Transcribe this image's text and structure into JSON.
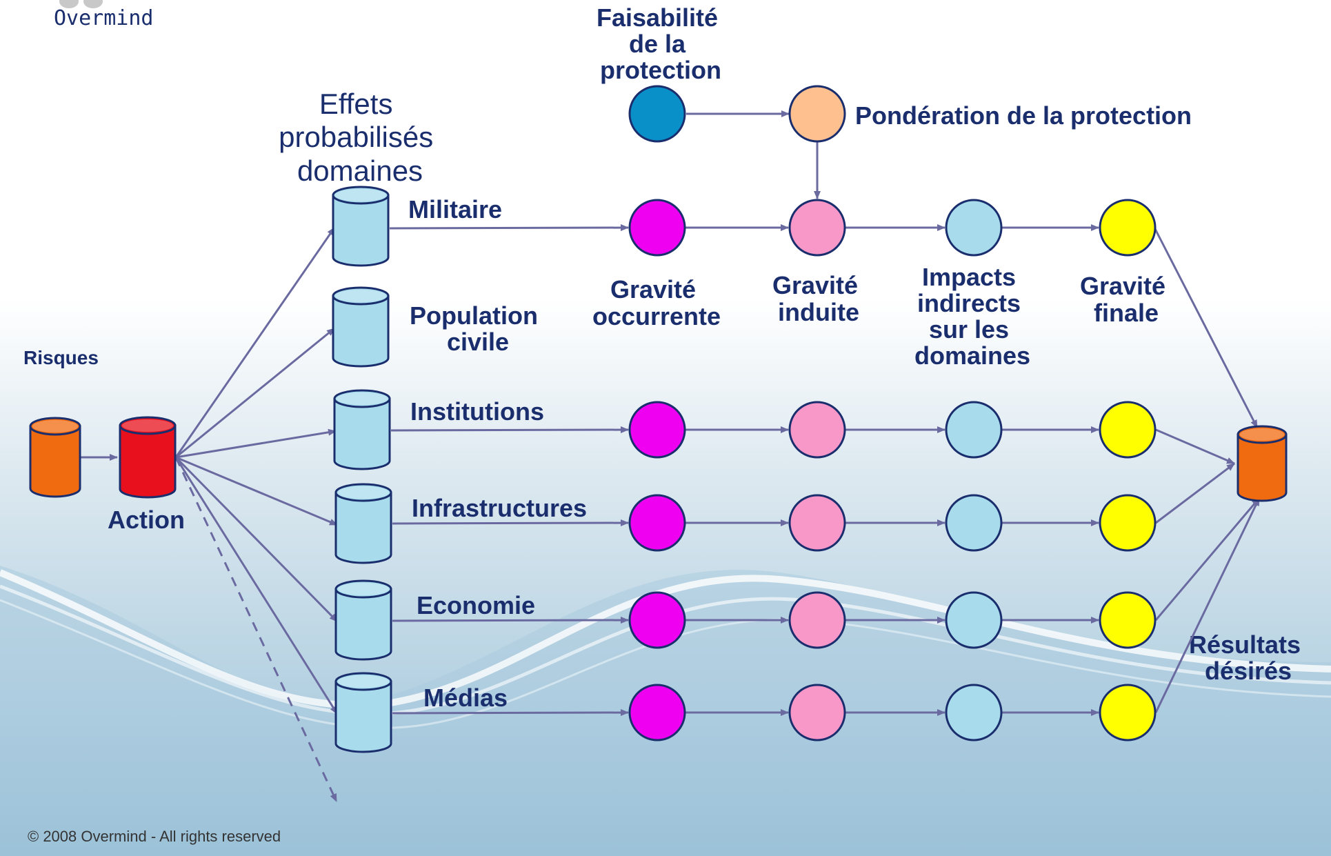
{
  "logo": {
    "text": "Overmind"
  },
  "copyright": "© 2008 Overmind - All rights reserved",
  "labels": {
    "risques": "Risques",
    "action": "Action",
    "effets": [
      "Effets",
      "probabilisés",
      "domaines"
    ],
    "faisabilite": [
      "Faisabilité",
      "de la",
      "protection"
    ],
    "ponderation": "Pondération de la protection",
    "gravite_occurrente": [
      "Gravité",
      "occurrente"
    ],
    "gravite_induite": [
      "Gravité",
      "induite"
    ],
    "impacts": [
      "Impacts",
      "indirects",
      "sur  les",
      "domaines"
    ],
    "gravite_finale": [
      "Gravité",
      "finale"
    ],
    "resultats": [
      "Résultats",
      "désirés"
    ]
  },
  "domains": [
    {
      "name": "Militaire"
    },
    {
      "name": "Population",
      "name2": "civile"
    },
    {
      "name": "Institutions"
    },
    {
      "name": "Infrastructures"
    },
    {
      "name": "Economie"
    },
    {
      "name": "Médias"
    }
  ],
  "colors": {
    "risk": "#f06a10",
    "action": "#e8101c",
    "domain": "#a8dcec",
    "occurrente": "#f000f0",
    "induite": "#f898c8",
    "impacts": "#a8dcec",
    "finale": "#ffff00",
    "faisabilite": "#0a90c8",
    "ponderation": "#ffc090",
    "result": "#f06a10",
    "arrow": "#6a6aa0",
    "text": "#1a2e6e"
  }
}
